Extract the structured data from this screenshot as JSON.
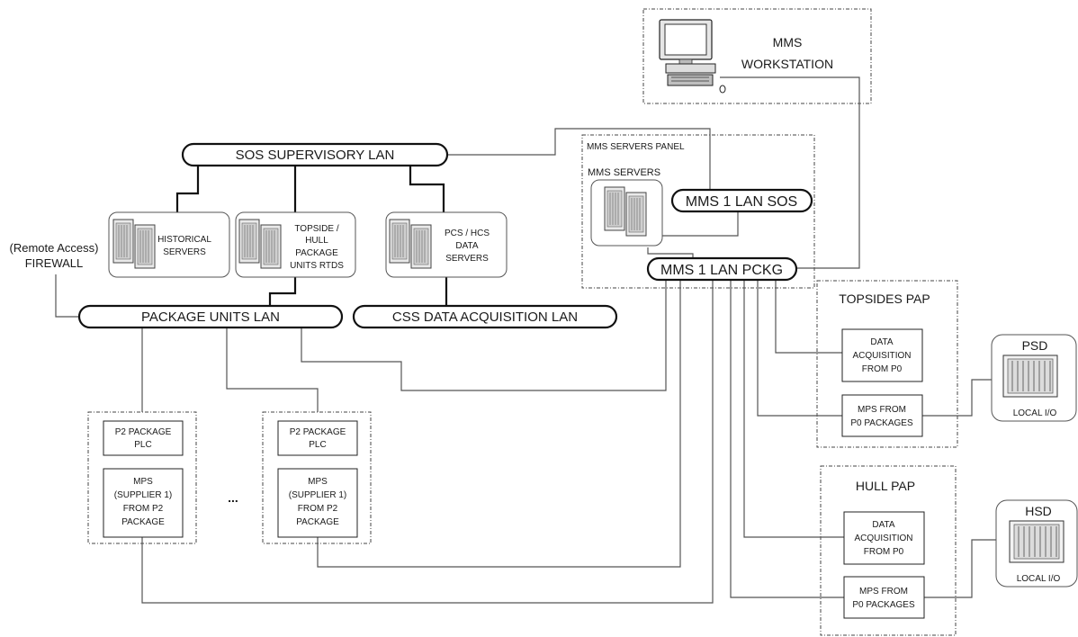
{
  "workstation": {
    "line1": "MMS",
    "line2": "WORKSTATION"
  },
  "servers_panel": {
    "title": "MMS SERVERS PANEL",
    "servers_label": "MMS SERVERS"
  },
  "lans": {
    "sos_supervisory": "SOS SUPERVISORY LAN",
    "mms_lan_sos": "MMS 1 LAN SOS",
    "mms_lan_pckg": "MMS 1 LAN PCKG",
    "package_units": "PACKAGE UNITS LAN",
    "css_data_acquisition": "CSS DATA ACQUISITION LAN"
  },
  "server_groups": {
    "historical": [
      "HISTORICAL",
      "SERVERS"
    ],
    "topside_hull": [
      "TOPSIDE /",
      "HULL",
      "PACKAGE",
      "UNITS RTDS"
    ],
    "pcs_hcs": [
      "PCS / HCS",
      "DATA",
      "SERVERS"
    ]
  },
  "firewall": {
    "line1": "(Remote Access)",
    "line2": "FIREWALL"
  },
  "package_panels": {
    "plc": [
      "P2 PACKAGE",
      "PLC"
    ],
    "mps": [
      "MPS",
      "(SUPPLIER 1)",
      "FROM P2",
      "PACKAGE"
    ],
    "ellipsis": "..."
  },
  "topsides_pap": {
    "title": "TOPSIDES PAP",
    "data_acq": [
      "DATA",
      "ACQUISITION",
      "FROM P0"
    ],
    "mps": [
      "MPS FROM",
      "P0 PACKAGES"
    ]
  },
  "hull_pap": {
    "title": "HULL PAP",
    "data_acq": [
      "DATA",
      "ACQUISITION",
      "FROM P0"
    ],
    "mps": [
      "MPS FROM",
      "P0 PACKAGES"
    ]
  },
  "psd": {
    "title": "PSD",
    "io": "LOCAL I/O"
  },
  "hsd": {
    "title": "HSD",
    "io": "LOCAL I/O"
  },
  "icon_names": [
    "workstation-icon",
    "server-rack-icon",
    "io-rack-icon"
  ]
}
